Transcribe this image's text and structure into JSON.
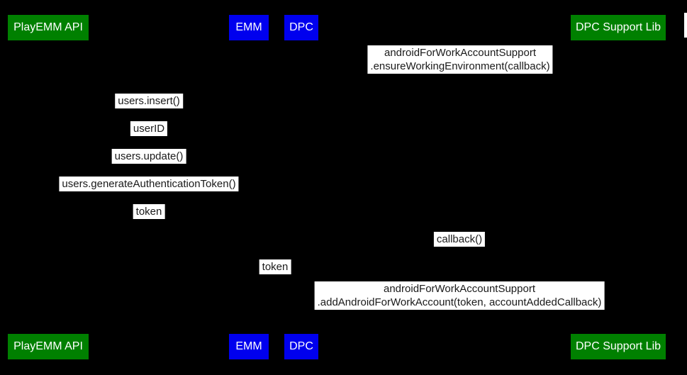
{
  "diagram": {
    "type": "sequence-diagram",
    "colors": {
      "background": "#000000",
      "actor_green": "#008000",
      "actor_blue": "#0000ee",
      "actor_text": "#ffffff",
      "message_bg": "#ffffff",
      "message_text": "#1a1a1a"
    },
    "actors": [
      {
        "id": "playemm",
        "label": "PlayEMM API",
        "color": "green"
      },
      {
        "id": "emm",
        "label": "EMM",
        "color": "blue"
      },
      {
        "id": "dpc",
        "label": "DPC",
        "color": "blue"
      },
      {
        "id": "dpclib",
        "label": "DPC Support Lib",
        "color": "green"
      }
    ],
    "messages": [
      {
        "line1": "androidForWorkAccountSupport",
        "line2": ".ensureWorkingEnvironment(callback)",
        "between": "DPC and DPC Support Lib"
      },
      {
        "text": "users.insert()",
        "between": "PlayEMM API and EMM"
      },
      {
        "text": "userID",
        "between": "PlayEMM API and EMM"
      },
      {
        "text": "users.update()",
        "between": "PlayEMM API and EMM"
      },
      {
        "text": "users.generateAuthenticationToken()",
        "between": "PlayEMM API and EMM"
      },
      {
        "text": "token",
        "between": "PlayEMM API and EMM"
      },
      {
        "text": "callback()",
        "between": "DPC and DPC Support Lib"
      },
      {
        "text": "token",
        "between": "EMM and DPC"
      },
      {
        "line1": "androidForWorkAccountSupport",
        "line2": ".addAndroidForWorkAccount(token, accountAddedCallback)",
        "between": "DPC and DPC Support Lib"
      }
    ]
  }
}
